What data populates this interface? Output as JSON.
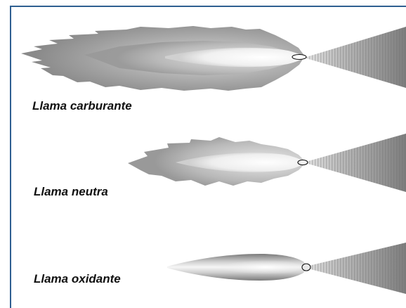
{
  "flames": [
    {
      "id": "carburante",
      "label": "Llama carburante"
    },
    {
      "id": "neutra",
      "label": "Llama neutra"
    },
    {
      "id": "oxidante",
      "label": "Llama oxidante"
    }
  ],
  "colors": {
    "frame_border": "#2f5f91",
    "background": "#ffffff",
    "text": "#111111",
    "flame_outer": "#9a9a9a",
    "flame_mid": "#c4c4c4",
    "flame_core": "#f4f4f4",
    "nozzle_dark": "#555555",
    "nozzle_light": "#d6d6d6"
  }
}
